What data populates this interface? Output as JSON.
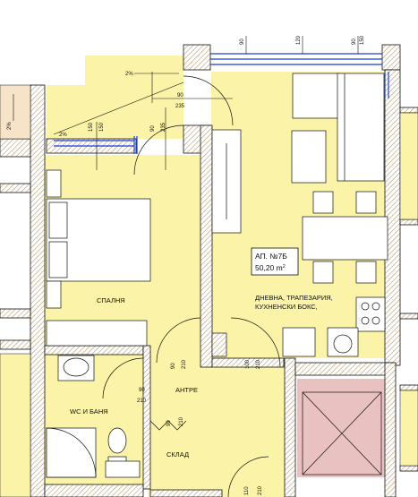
{
  "apartment": {
    "title": "АП. №7Б",
    "area": "50,20 m",
    "area_exp": "2"
  },
  "rooms": {
    "bedroom": "СПАЛНЯ",
    "living_line1": "ДНЕВНА, ТРАПЕЗАРИЯ,",
    "living_line2": "КУХНЕНСКИ БОКС,",
    "hall": "АНТРЕ",
    "bath": "WC И БАНЯ",
    "storage": "СКЛАД"
  },
  "dimensions": {
    "top_90": "90",
    "top_120": "120",
    "top_90b": "90",
    "top_150": "150",
    "balcony_w": "90",
    "balcony_h": "235",
    "bed_w1": "150",
    "bed_w2": "150",
    "b_w": "90",
    "b_h": "235",
    "door_bed_w": "90",
    "door_bed_h": "210",
    "door_living_w": "100",
    "door_living_h": "210",
    "door_bath_w": "90",
    "door_bath_h": "210",
    "door_store_w": "90",
    "door_store_h": "210",
    "door_entry": "110",
    "door_entry2": "210"
  },
  "slopes": {
    "s1": "2%",
    "s2": "2%",
    "s3": "2%"
  },
  "colors": {
    "floor": "#fbf3a8",
    "wall": "#ffffff",
    "wall_hatch": "#c8a77a",
    "stair": "#e9c1c0",
    "window": "#1b3fd6",
    "line": "#111111"
  }
}
